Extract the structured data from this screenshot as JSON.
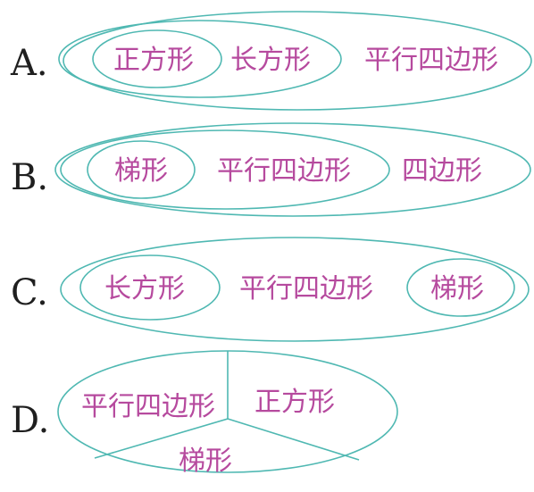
{
  "options": {
    "a": {
      "label": "A.",
      "inner": "正方形",
      "middle": "长方形",
      "outer": "平行四边形"
    },
    "b": {
      "label": "B.",
      "inner": "梯形",
      "middle": "平行四边形",
      "outer": "四边形"
    },
    "c": {
      "label": "C.",
      "left": "长方形",
      "center": "平行四边形",
      "right": "梯形"
    },
    "d": {
      "label": "D.",
      "sector_left": "平行四边形",
      "sector_right": "正方形",
      "sector_bottom": "梯形"
    }
  },
  "colors": {
    "outline": "#4fb8b2",
    "term_text": "#b64a9e",
    "label_text": "#1f1f1f"
  }
}
